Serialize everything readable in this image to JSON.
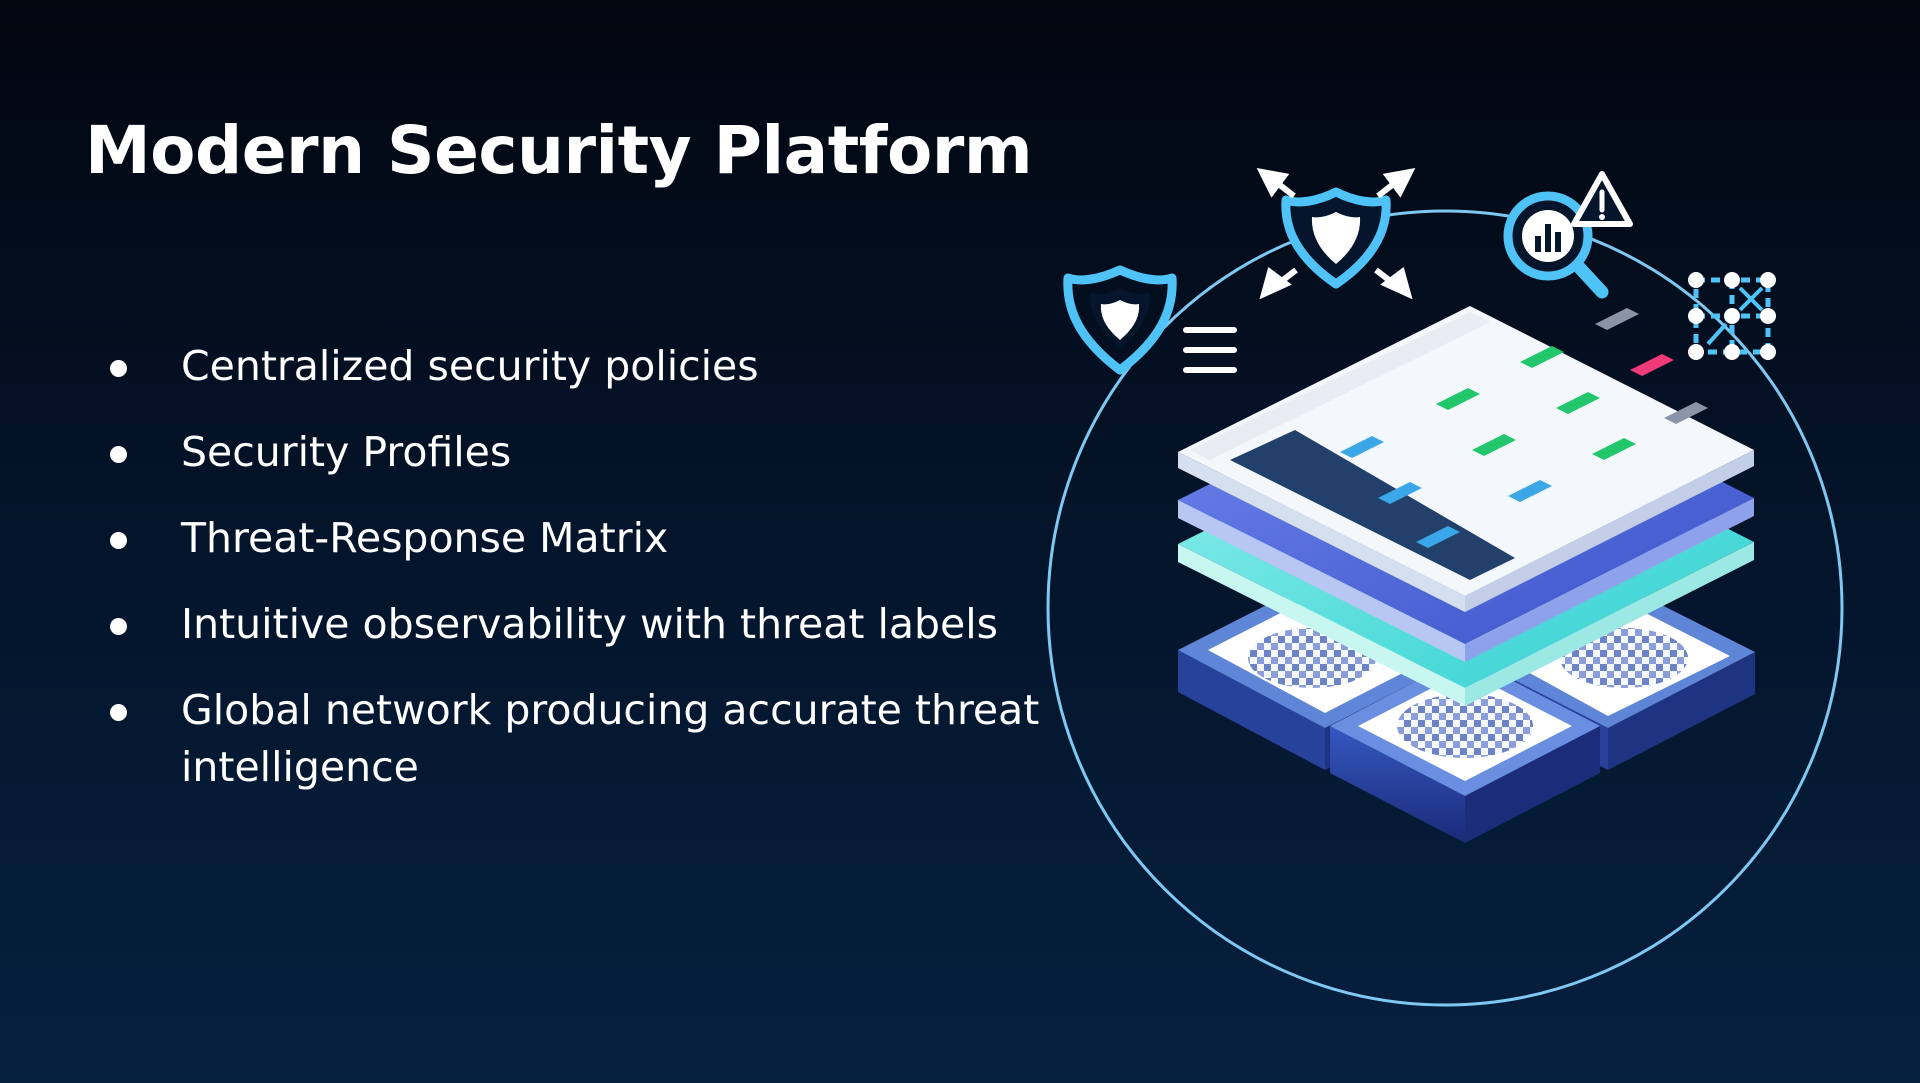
{
  "title": "Modern Security Platform",
  "bullets": [
    "Centralized security policies",
    "Security Profiles",
    "Threat-Response Matrix",
    "Intuitive observability with threat labels",
    "Global network producing accurate threat intelligence"
  ],
  "colors": {
    "accent": "#4fc3f7",
    "ring": "#7ec8f2",
    "layer_blue": "#4a63d8",
    "layer_teal": "#3fd6d6",
    "base_blue": "#2b4ca8"
  },
  "icons": [
    "shield-icon",
    "menu-lines-icon",
    "shield-arrows-icon",
    "magnifier-chart-icon",
    "warning-triangle-icon",
    "network-grid-icon"
  ]
}
